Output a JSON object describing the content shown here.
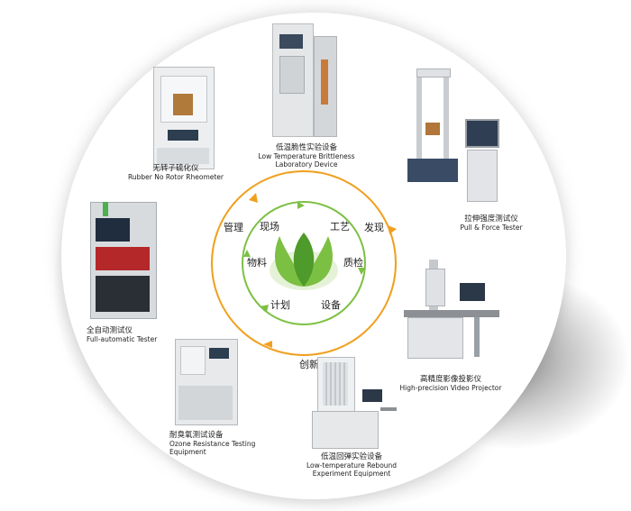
{
  "equipment": [
    {
      "cn": "低温脆性实验设备",
      "en1": "Low Temperature Brittleness",
      "en2": "Laboratory Device"
    },
    {
      "cn": "无转子硫化仪",
      "en1": "Rubber No Rotor Rheometer",
      "en2": ""
    },
    {
      "cn": "拉伸强度测试仪",
      "en1": "Pull & Force Tester",
      "en2": ""
    },
    {
      "cn": "全自动测试仪",
      "en1": "Full-automatic Tester",
      "en2": ""
    },
    {
      "cn": "高精度影像投影仪",
      "en1": "High-precision Video Projector",
      "en2": ""
    },
    {
      "cn": "耐臭氧测试设备",
      "en1": "Ozone Resistance Testing",
      "en2": "Equipment"
    },
    {
      "cn": "低温回弹实验设备",
      "en1": "Low-temperature Rebound",
      "en2": "Experiment Equipment"
    }
  ],
  "outer_ring": {
    "management": "管理",
    "discovery": "发现",
    "innovation": "创新"
  },
  "inner_ring": {
    "site": "现场",
    "process": "工艺",
    "material": "物料",
    "quality": "质检",
    "plan": "计划",
    "equipment": "设备"
  },
  "colors": {
    "orange": "#f0a020",
    "green": "#7cc043",
    "green_dark": "#4e9a2a"
  }
}
